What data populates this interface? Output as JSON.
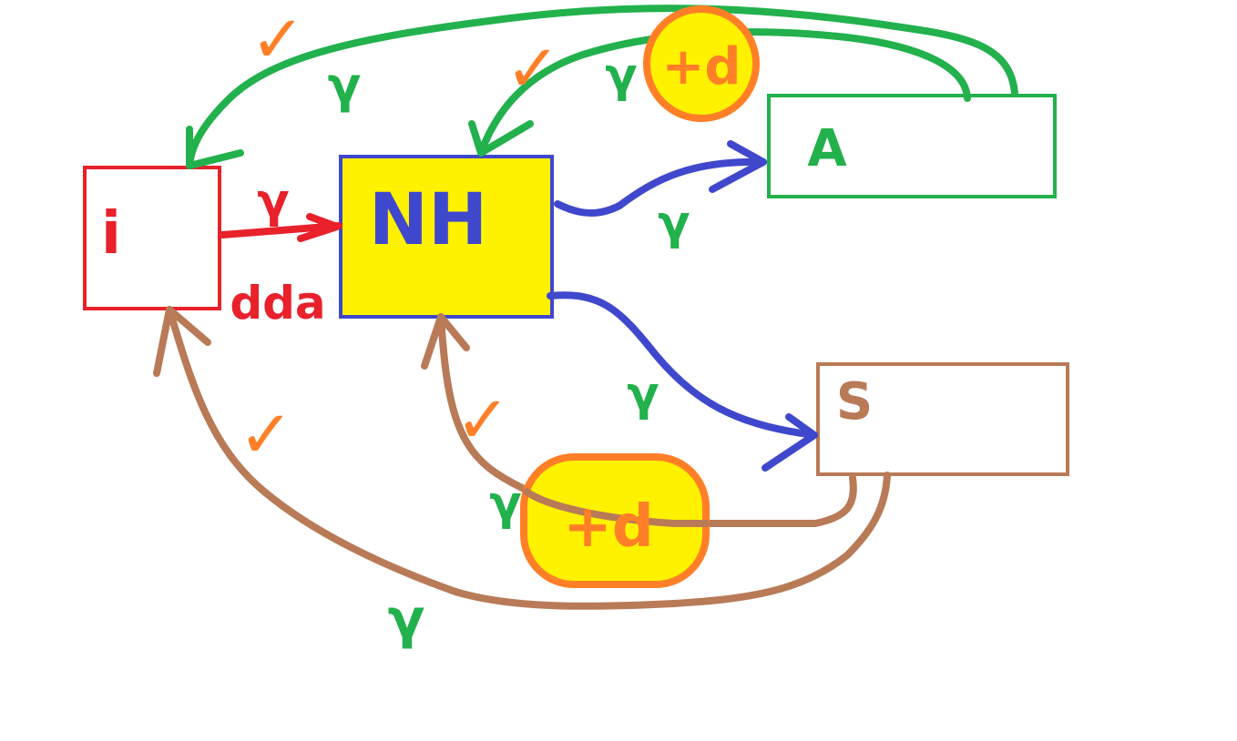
{
  "nodes": {
    "i": {
      "label": "i",
      "color": "#e8212b",
      "fill": "#ffffff"
    },
    "nh": {
      "label": "NH",
      "color": "#3f48cc",
      "fill": "#fff200"
    },
    "a": {
      "label": "A",
      "color": "#22b14c",
      "fill": "#ffffff"
    },
    "s": {
      "label": "S",
      "color": "#b97a57",
      "fill": "#ffffff"
    }
  },
  "edge_labels": {
    "i_to_nh_top": "γ",
    "i_to_nh_bottom": "dda",
    "nh_to_a": "γ",
    "nh_to_s": "γ",
    "a_to_i": "γ",
    "a_to_nh": "γ",
    "s_to_nh": "γ",
    "s_to_i": "γ"
  },
  "badges": {
    "a_to_nh_badge": "+d",
    "s_to_nh_badge": "+d"
  },
  "check_marks": [
    "✓",
    "✓",
    "✓",
    "✓"
  ],
  "colors": {
    "red": "#e8212b",
    "green": "#22b14c",
    "blue": "#3f48cc",
    "brown": "#b97a57",
    "orange": "#ff7f27",
    "yellow": "#fff200"
  }
}
